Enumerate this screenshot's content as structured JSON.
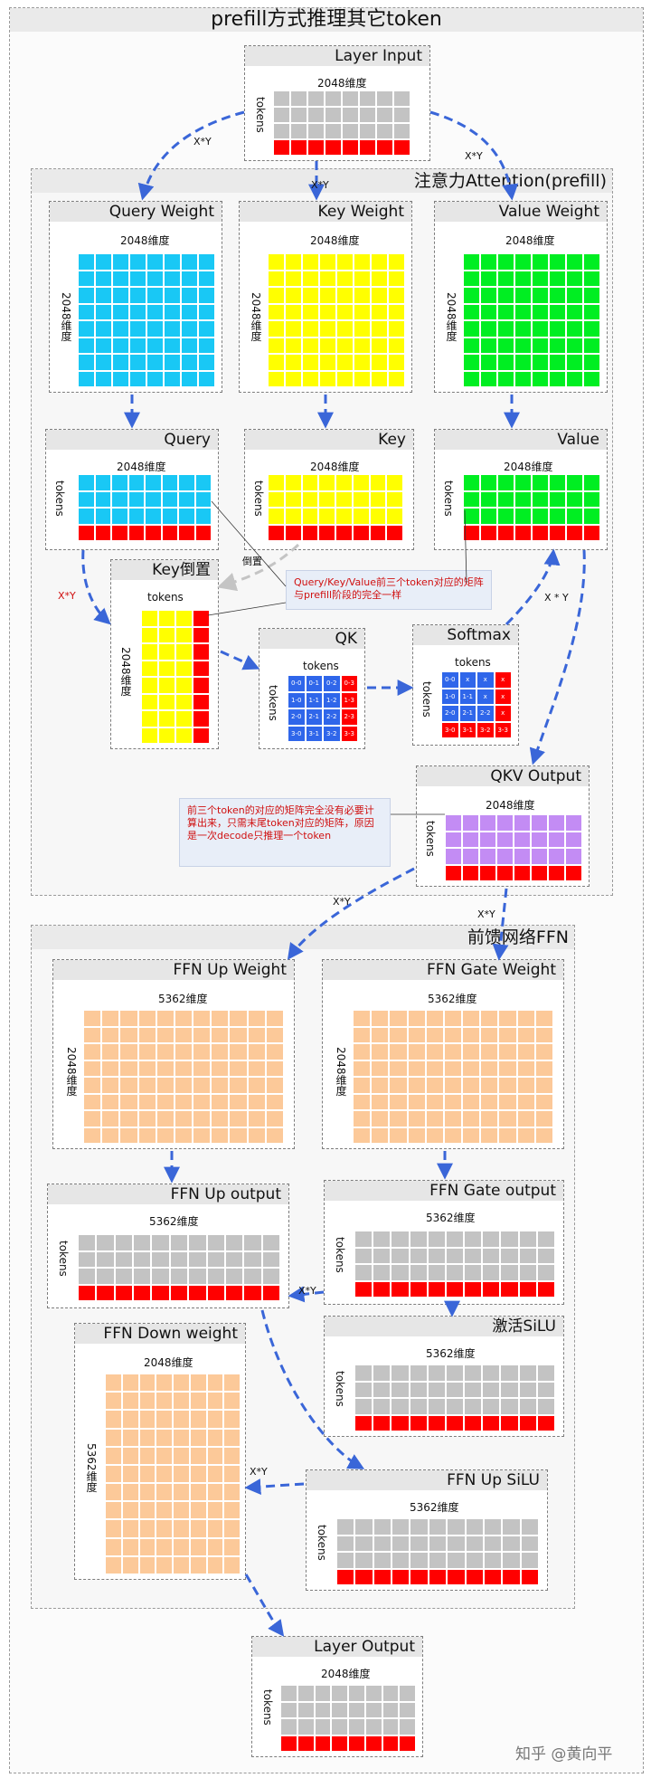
{
  "title": "prefill方式推理其它token",
  "sections": {
    "attention": "注意力Attention(prefill)",
    "ffn": "前馈网络FFN"
  },
  "boxes": {
    "layer_input": {
      "title": "Layer Input",
      "top": "2048维度",
      "side": "tokens"
    },
    "query_weight": {
      "title": "Query Weight",
      "top": "2048维度",
      "side": "2048维度"
    },
    "key_weight": {
      "title": "Key Weight",
      "top": "2048维度",
      "side": "2048维度"
    },
    "value_weight": {
      "title": "Value Weight",
      "top": "2048维度",
      "side": "2048维度"
    },
    "query": {
      "title": "Query",
      "top": "2048维度",
      "side": "tokens"
    },
    "key": {
      "title": "Key",
      "top": "2048维度",
      "side": "tokens"
    },
    "value": {
      "title": "Value",
      "top": "2048维度",
      "side": "tokens"
    },
    "key_transpose": {
      "title": "Key倒置",
      "top": "tokens",
      "side": "2048维度"
    },
    "qk": {
      "title": "QK",
      "top": "tokens",
      "side": "tokens"
    },
    "softmax": {
      "title": "Softmax",
      "top": "tokens",
      "side": "tokens"
    },
    "qkv_output": {
      "title": "QKV Output",
      "top": "2048维度",
      "side": "tokens"
    },
    "ffn_up_weight": {
      "title": "FFN Up Weight",
      "top": "5362维度",
      "side": "2048维度"
    },
    "ffn_gate_weight": {
      "title": "FFN Gate Weight",
      "top": "5362维度",
      "side": "2048维度"
    },
    "ffn_up_output": {
      "title": "FFN Up output",
      "top": "5362维度",
      "side": "tokens"
    },
    "ffn_gate_output": {
      "title": "FFN Gate output",
      "top": "5362维度",
      "side": "tokens"
    },
    "silu": {
      "title": "激活SiLU",
      "top": "5362维度",
      "side": "tokens"
    },
    "ffn_down_weight": {
      "title": "FFN Down weight",
      "top": "2048维度",
      "side": "5362维度"
    },
    "ffn_up_silu": {
      "title": "FFN Up SiLU",
      "top": "5362维度",
      "side": "tokens"
    },
    "layer_output": {
      "title": "Layer Output",
      "top": "2048维度",
      "side": "tokens"
    }
  },
  "qk_labels": [
    [
      "0-0",
      "0-1",
      "0-2",
      "0-3"
    ],
    [
      "1-0",
      "1-1",
      "1-2",
      "1-3"
    ],
    [
      "2-0",
      "2-1",
      "2-2",
      "2-3"
    ],
    [
      "3-0",
      "3-1",
      "3-2",
      "3-3"
    ]
  ],
  "softmax_labels": [
    [
      "0-0",
      "x",
      "x",
      "x"
    ],
    [
      "1-0",
      "1-1",
      "x",
      "x"
    ],
    [
      "2-0",
      "2-1",
      "2-2",
      "x"
    ],
    [
      "3-0",
      "3-1",
      "3-2",
      "3-3"
    ]
  ],
  "notes": {
    "qkv_same": "Query/Key/Value前三个token对应的矩阵与prefill阶段的完全一样",
    "qkv_output": "前三个token的对应的矩阵完全没有必要计算出来，只需末尾token对应的矩阵，原因是一次decode只推理一个token"
  },
  "arrow_labels": {
    "xy": "X*Y",
    "xy_spaced": "X * Y",
    "transpose": "倒置"
  },
  "watermark": "知乎 @黄向平",
  "colors": {
    "gray": "#c3c3c3",
    "red": "#ff0000",
    "cyan": "#19c8f5",
    "yellow": "#ffff00",
    "green": "#00ee22",
    "blue": "#2f66ea",
    "purple": "#c38cf4",
    "peach": "#fcc999",
    "arrow": "#3a66d8"
  }
}
